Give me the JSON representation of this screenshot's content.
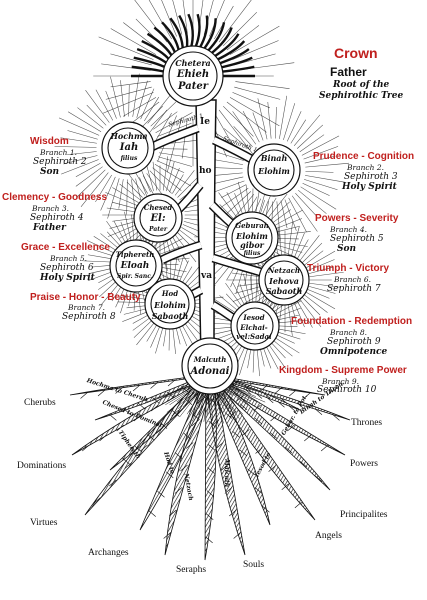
{
  "right_labels": {
    "crown": {
      "title": "Crown",
      "subtitle": "Father",
      "desc1": "Root of the",
      "desc2": "Sephirothic Tree"
    },
    "prudence": {
      "title": "Prudence - Cognition",
      "branch": "Branch 2.",
      "sephiroth": "Sephiroth 3",
      "person": "Holy Spirit"
    },
    "powers": {
      "title": "Powers - Severity",
      "branch": "Branch 4.",
      "sephiroth": "Sephiroth 5",
      "person": "Son"
    },
    "triumph": {
      "title": "Triumph - Victory",
      "branch": "Branch 6.",
      "sephiroth": "Sephiroth 7"
    },
    "foundation": {
      "title": "Foundation - Redemption",
      "branch": "Branch 8.",
      "sephiroth": "Sephiroth 9",
      "person": "Omnipotence"
    },
    "kingdom": {
      "title": "Kingdom - Supreme Power",
      "branch": "Branch 9.",
      "sephiroth": "Sephiroth 10"
    }
  },
  "left_labels": {
    "wisdom": {
      "title": "Wisdom",
      "branch": "Branch 1.",
      "sephiroth": "Sephiroth 2",
      "person": "Son"
    },
    "clemency": {
      "title": "Clemency - Goodness",
      "branch": "Branch 3.",
      "sephiroth": "Sephiroth 4",
      "person": "Father"
    },
    "grace": {
      "title": "Grace - Excellence",
      "branch": "Branch 5.",
      "sephiroth": "Sephiroth 6",
      "person": "Holy Spirit"
    },
    "praise": {
      "title": "Praise - Honor - Beauty",
      "branch": "Branch 7.",
      "sephiroth": "Sephiroth 8"
    }
  },
  "circles": {
    "crown": {
      "a": "Chetera",
      "b": "Ehieh",
      "c": "Pater"
    },
    "wisdom": {
      "a": "Hochma",
      "b": "Iah",
      "c": "filius"
    },
    "prudence": {
      "a": "Binah",
      "b": "Elohim"
    },
    "clemency": {
      "a": "Chesed",
      "b": "El:",
      "c": "Pater"
    },
    "powers": {
      "a": "Geburah",
      "b": "Elohim",
      "c": "gibor",
      "d": "filius"
    },
    "grace": {
      "a": "Tiphereth",
      "b": "Eloah",
      "c": "Spir. Sanc."
    },
    "triumph": {
      "a": "Netzach",
      "b": "Iehova",
      "c": "Sabaoth"
    },
    "praise": {
      "a": "Hod",
      "b": "Elohim",
      "c": "Sabaoth"
    },
    "foundation": {
      "a": "Iesod",
      "b": "Elchai-",
      "c": "vel:Sadai"
    },
    "kingdom": {
      "a": "Malcuth",
      "b": "Adonai"
    }
  },
  "trunk_letters": {
    "ie": "Ie",
    "ho": "ho",
    "va": "va"
  },
  "branch_tags": {
    "s1": "Sephiroth 1",
    "s2": "Sephiroth 1"
  },
  "angels": {
    "cherubs": "Cherubs",
    "thrones": "Thrones",
    "dominations": "Dominations",
    "powers": "Powers",
    "principalites": "Principalites",
    "virtues": "Virtues",
    "angels": "Angels",
    "archanges": "Archanges",
    "seraphs": "Seraphs",
    "souls": "Souls"
  },
  "root_labels": {
    "r1": "Hochma to Cherub.",
    "r2": "Chesed to Dominat.",
    "r3": "Tiphereth",
    "r4": "Hod to",
    "r5": "Malcuth",
    "r6": "Netzach",
    "r7": "Iesod to",
    "r8": "Gebur. to Pot.",
    "r9": "Binah to Thron."
  },
  "colors": {
    "accent_red": "#c0201e",
    "ink": "#111111",
    "paper": "#ffffff"
  }
}
